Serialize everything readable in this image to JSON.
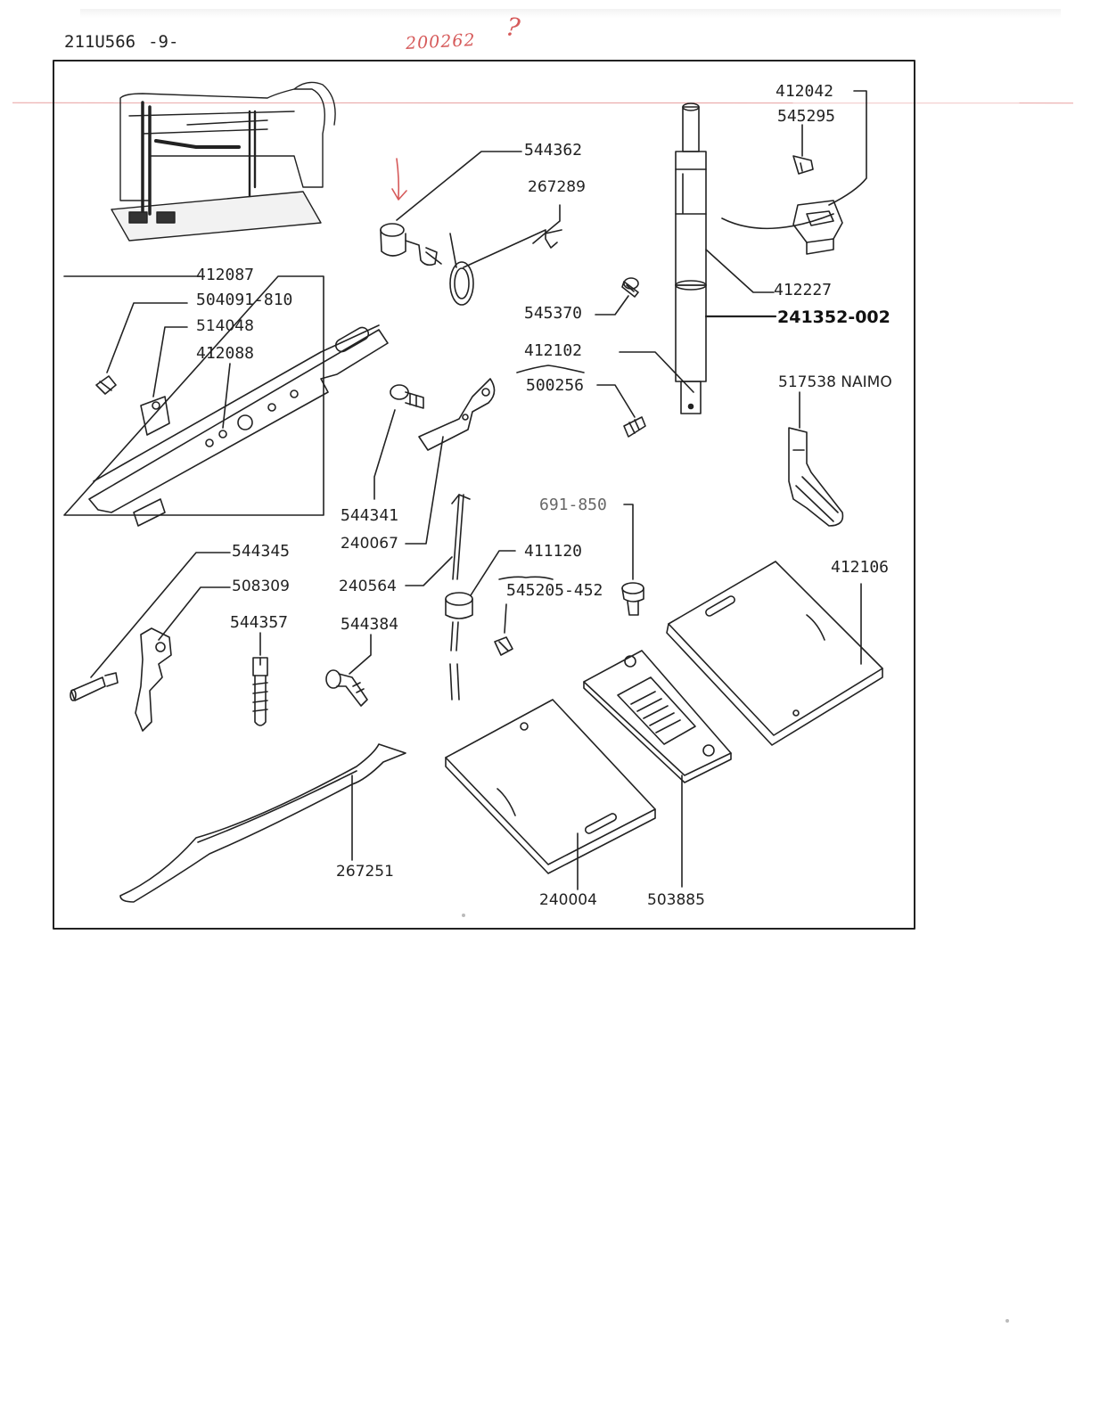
{
  "header": {
    "model": "211U566",
    "page": "-9-"
  },
  "handwritten": {
    "note": "200262",
    "mark": "?"
  },
  "colors": {
    "ink": "#222222",
    "annotation_red": "#d65a5a"
  },
  "parts": {
    "p412042": "412042",
    "p545295": "545295",
    "p544362": "544362",
    "p267289": "267289",
    "p412087": "412087",
    "p504091_810": "504091-810",
    "p514048": "514048",
    "p412088": "412088",
    "p545370": "545370",
    "p412227": "412227",
    "p241352_002": "241352-002",
    "p412102": "412102",
    "p500256": "500256",
    "p517538": "517538 NAIMO",
    "p544341": "544341",
    "p240067": "240067",
    "p691_850": "691-850",
    "p544345": "544345",
    "p508309": "508309",
    "p240564": "240564",
    "p411120": "411120",
    "p545205_452": "545205-452",
    "p412106": "412106",
    "p544357": "544357",
    "p544384": "544384",
    "p267251": "267251",
    "p240004": "240004",
    "p503885": "503885"
  }
}
